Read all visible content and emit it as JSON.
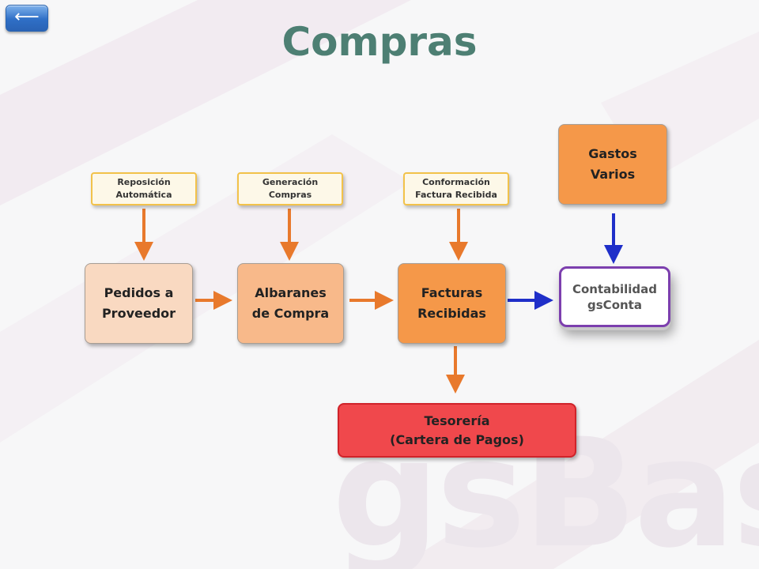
{
  "back_button": {
    "icon": "left-arrow-icon",
    "label": "⟵"
  },
  "title": "Compras",
  "watermark": "gsBase",
  "top_boxes": {
    "reposicion": "Reposición\nAutomática",
    "generacion": "Generación\nCompras",
    "conformacion": "Conformación\nFactura Recibida"
  },
  "main_boxes": {
    "pedidos": "Pedidos a\nProveedor",
    "albaranes": "Albaranes\nde Compra",
    "facturas": "Facturas\nRecibidas"
  },
  "gastos": "Gastos\nVarios",
  "contabilidad": "Contabilidad\ngsConta",
  "tesoreria": "Tesorería\n(Cartera de Pagos)",
  "colors": {
    "title": "#4d7f73",
    "orange_arrow": "#e8792c",
    "blue_arrow": "#1f2fc9",
    "purple_border": "#7c3fae",
    "red_box": "#f0484c"
  }
}
